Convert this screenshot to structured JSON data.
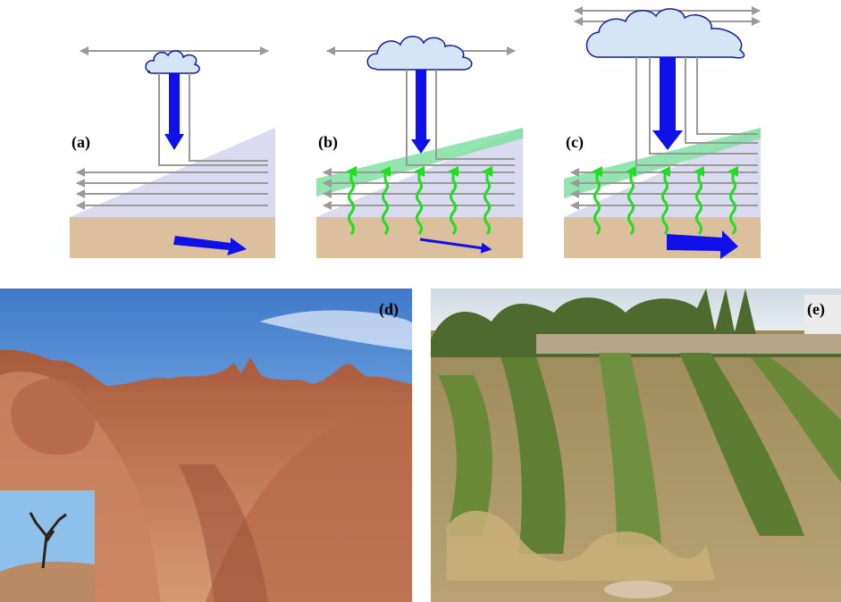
{
  "figure": {
    "panels": [
      {
        "id": "a",
        "label": "(a)",
        "cloud_size": "small",
        "vegetation": false,
        "runoff_arrow": "large"
      },
      {
        "id": "b",
        "label": "(b)",
        "cloud_size": "medium",
        "vegetation": true,
        "runoff_arrow": "thin"
      },
      {
        "id": "c",
        "label": "(c)",
        "cloud_size": "large",
        "vegetation": true,
        "runoff_arrow": "large"
      },
      {
        "id": "d",
        "label": "(d)",
        "kind": "photo",
        "subject": "eroded-red-badlands-with-inset-tree"
      },
      {
        "id": "e",
        "label": "(e)",
        "kind": "photo",
        "subject": "planted-garden-rows-with-straw-mulch"
      }
    ],
    "colors": {
      "air_wedge": "#d6d6f0",
      "soil": "#dcbf9c",
      "cloud_fill": "#d4e6f6",
      "cloud_stroke": "#1a1aa0",
      "rain_arrow": "#1010e8",
      "flow_arrow": "#9a9a9a",
      "vegetation_wave": "#22dd22",
      "canopy": "#7fe0a0",
      "sky": "#5a90d6",
      "rock": "#b86a4a",
      "garden_ground": "#a89060",
      "garden_foliage": "#6a8a3a"
    }
  }
}
